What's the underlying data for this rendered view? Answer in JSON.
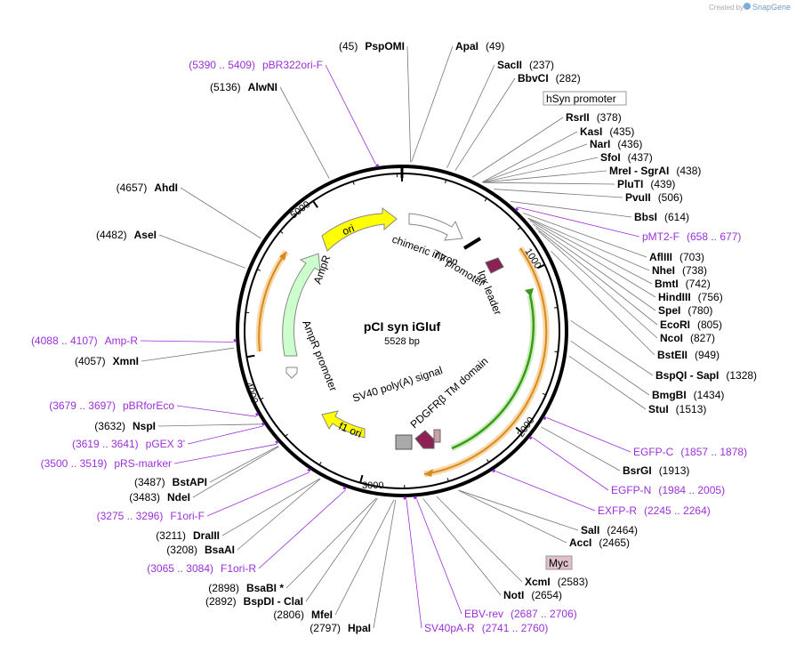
{
  "brand": {
    "created_by": "Created by",
    "name": "SnapGene"
  },
  "plasmid": {
    "name": "pCI syn iGluf",
    "size_label": "5528 bp",
    "length": 5528
  },
  "ticks": [
    "1000",
    "2000",
    "3000",
    "4000",
    "5000"
  ],
  "colors": {
    "primer": "#9b30d9",
    "ori": "#ffff00",
    "ampr": "#ccffcc",
    "orange": "#f3a23c",
    "green": "#3a9a1a",
    "igk": "#8b2252",
    "site": "#000000"
  },
  "features": {
    "ori": "ori",
    "f1_ori": "f1 ori",
    "ampr": "AmpR",
    "ampr_promoter": "AmpR promoter",
    "chimeric_intron": "chimeric intron",
    "t7_promoter": "T7 promoter",
    "igk_leader": "Igκ leader",
    "pdgfr": "PDGFRβ TM domain",
    "sv40_polya": "SV40 poly(A) signal",
    "hsyn_promoter": "hSyn promoter",
    "myc": "Myc"
  },
  "right_labels": [
    {
      "name": "ApaI",
      "pos": "(49)"
    },
    {
      "name": "SacII",
      "pos": "(237)"
    },
    {
      "name": "BbvCI",
      "pos": "(282)"
    },
    {
      "name": "RsrII",
      "pos": "(378)"
    },
    {
      "name": "KasI",
      "pos": "(435)"
    },
    {
      "name": "NarI",
      "pos": "(436)"
    },
    {
      "name": "SfoI",
      "pos": "(437)"
    },
    {
      "name": "MreI - SgrAI",
      "pos": "(438)"
    },
    {
      "name": "PluTI",
      "pos": "(439)"
    },
    {
      "name": "PvuII",
      "pos": "(506)"
    },
    {
      "name": "BbsI",
      "pos": "(614)"
    },
    {
      "name": "pMT2-F",
      "pos": "(658 .. 677)",
      "primer": true
    },
    {
      "name": "AflIII",
      "pos": "(703)"
    },
    {
      "name": "NheI",
      "pos": "(738)"
    },
    {
      "name": "BmtI",
      "pos": "(742)"
    },
    {
      "name": "HindIII",
      "pos": "(756)"
    },
    {
      "name": "SpeI",
      "pos": "(780)"
    },
    {
      "name": "EcoRI",
      "pos": "(805)"
    },
    {
      "name": "NcoI",
      "pos": "(827)"
    },
    {
      "name": "BstEII",
      "pos": "(949)"
    },
    {
      "name": "BspQI - SapI",
      "pos": "(1328)"
    },
    {
      "name": "BmgBI",
      "pos": "(1434)"
    },
    {
      "name": "StuI",
      "pos": "(1513)"
    },
    {
      "name": "EGFP-C",
      "pos": "(1857 .. 1878)",
      "primer": true
    },
    {
      "name": "BsrGI",
      "pos": "(1913)"
    },
    {
      "name": "EGFP-N",
      "pos": "(1984 .. 2005)",
      "primer": true
    },
    {
      "name": "EXFP-R",
      "pos": "(2245 .. 2264)",
      "primer": true
    },
    {
      "name": "SalI",
      "pos": "(2464)"
    },
    {
      "name": "AccI",
      "pos": "(2465)"
    },
    {
      "name": "XcmI",
      "pos": "(2583)"
    },
    {
      "name": "NotI",
      "pos": "(2654)"
    },
    {
      "name": "EBV-rev",
      "pos": "(2687 .. 2706)",
      "primer": true
    },
    {
      "name": "SV40pA-R",
      "pos": "(2741 .. 2760)",
      "primer": true
    }
  ],
  "left_labels": [
    {
      "name": "PspOMI",
      "pos": "(45)"
    },
    {
      "name": "pBR322ori-F",
      "pos": "(5390 .. 5409)",
      "primer": true
    },
    {
      "name": "AlwNI",
      "pos": "(5136)"
    },
    {
      "name": "AhdI",
      "pos": "(4657)"
    },
    {
      "name": "AseI",
      "pos": "(4482)"
    },
    {
      "name": "Amp-R",
      "pos": "(4088 .. 4107)",
      "primer": true
    },
    {
      "name": "XmnI",
      "pos": "(4057)"
    },
    {
      "name": "pBRforEco",
      "pos": "(3679 .. 3697)",
      "primer": true
    },
    {
      "name": "NspI",
      "pos": "(3632)"
    },
    {
      "name": "pGEX 3'",
      "pos": "(3619 .. 3641)",
      "primer": true
    },
    {
      "name": "pRS-marker",
      "pos": "(3500 .. 3519)",
      "primer": true
    },
    {
      "name": "BstAPI",
      "pos": "(3487)"
    },
    {
      "name": "NdeI",
      "pos": "(3483)"
    },
    {
      "name": "F1ori-F",
      "pos": "(3275 .. 3296)",
      "primer": true
    },
    {
      "name": "DraIII",
      "pos": "(3211)"
    },
    {
      "name": "BsaAI",
      "pos": "(3208)"
    },
    {
      "name": "F1ori-R",
      "pos": "(3065 .. 3084)",
      "primer": true
    },
    {
      "name": "BsaBI *",
      "pos": "(2898)"
    },
    {
      "name": "BspDI - ClaI",
      "pos": "(2892)"
    },
    {
      "name": "MfeI",
      "pos": "(2806)"
    },
    {
      "name": "HpaI",
      "pos": "(2797)"
    }
  ]
}
